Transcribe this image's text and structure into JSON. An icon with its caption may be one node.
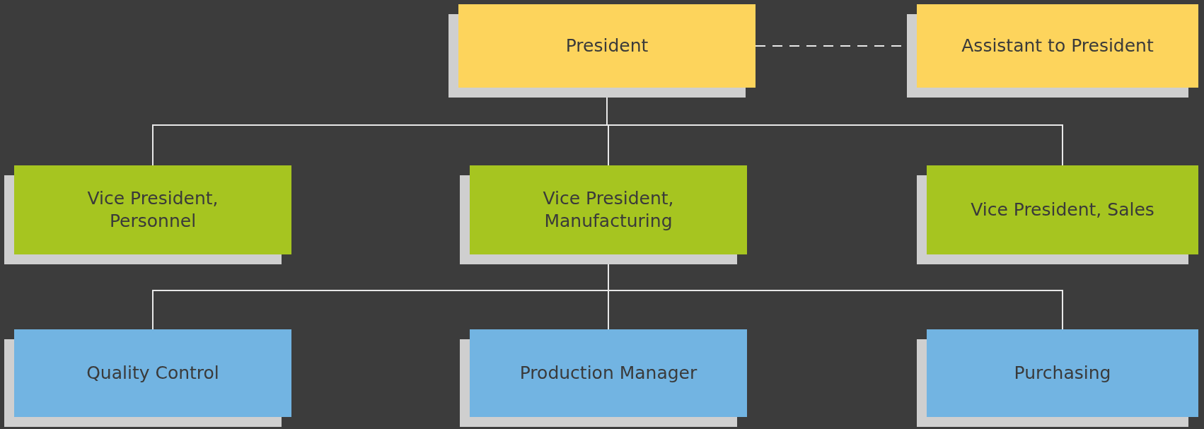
{
  "diagram": {
    "nodes": [
      {
        "text": [
          "President"
        ]
      },
      {
        "text": [
          "Assistant to President"
        ]
      },
      {
        "text": [
          "Vice President, Personnel"
        ]
      },
      {
        "text": [
          "Vice President, Manufacturing"
        ]
      },
      {
        "text": [
          "Vice President, Sales"
        ]
      },
      {
        "text": [
          "Quality Control"
        ]
      },
      {
        "text": [
          "Production Manager"
        ]
      },
      {
        "text": [
          "Purchasing"
        ]
      }
    ],
    "edges": [
      {
        "from": 0,
        "to": 1,
        "arrow": "none",
        "style": "dashed"
      },
      {
        "from": 0,
        "to": 2,
        "arrow": "none"
      },
      {
        "from": 0,
        "to": 3,
        "arrow": "none"
      },
      {
        "from": 0,
        "to": 4,
        "arrow": "none"
      },
      {
        "from": 3,
        "to": 5,
        "arrow": "none"
      },
      {
        "from": 3,
        "to": 6,
        "arrow": "none"
      },
      {
        "from": 3,
        "to": 7,
        "arrow": "none"
      }
    ]
  }
}
